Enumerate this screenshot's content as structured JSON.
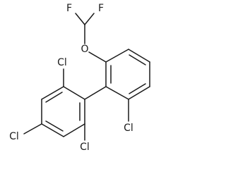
{
  "molecule": {
    "atoms": {
      "fluorine_left": "F",
      "fluorine_right": "F",
      "oxygen": "O",
      "chlorine_ring_right": "Cl",
      "chlorine_top": "Cl",
      "chlorine_bottom_right": "Cl",
      "chlorine_left": "Cl"
    }
  }
}
